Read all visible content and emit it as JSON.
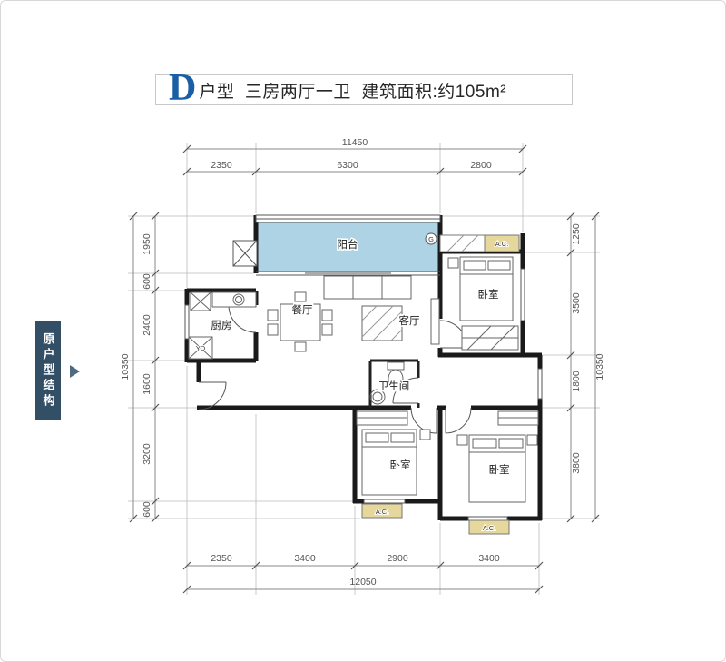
{
  "title": {
    "letter": "D",
    "rest": "户型  三房两厅一卫  建筑面积:约105m²"
  },
  "side_label": {
    "text": "原户型结构"
  },
  "labels": {
    "balcony": "阳台",
    "kitchen": "厨房",
    "dining": "餐厅",
    "living": "客厅",
    "bedroom": "卧室",
    "bathroom": "卫生间",
    "ac": "A.C.",
    "yd": "YD",
    "drain": "G"
  },
  "dims": {
    "top_total": "11450",
    "top_segs": [
      "2350",
      "6300",
      "2800"
    ],
    "left_total": "10350",
    "left_segs": [
      "1950",
      "600",
      "2400",
      "1600",
      "3200",
      "600"
    ],
    "right_total": "10350",
    "right_segs": [
      "1250",
      "3500",
      "1800",
      "3800"
    ],
    "bottom_total": "12050",
    "bottom_segs": [
      "2350",
      "3400",
      "2900",
      "3400"
    ]
  },
  "colors": {
    "accent": "#1a5fa5",
    "balcony_fill": "#aed3e4",
    "ac_fill": "#e6d79c",
    "side_bg": "#334f66",
    "wall": "#1a1a1a",
    "dim_line": "#888888"
  }
}
